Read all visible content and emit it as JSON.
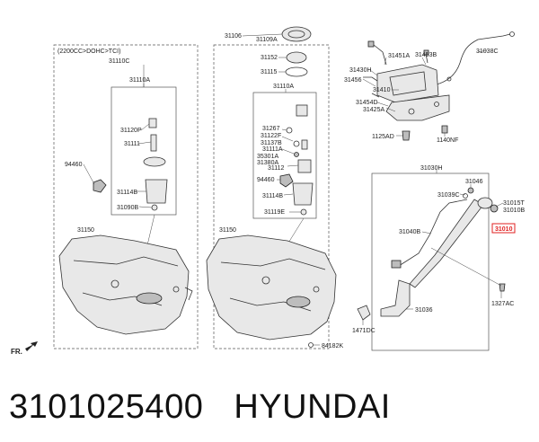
{
  "diagram": {
    "left_panel": {
      "engine_note": "(2200CC>DOHC>TCI)",
      "labels": [
        "31110C",
        "31110A",
        "31120P",
        "31111",
        "94460",
        "31114B",
        "31090B",
        "31150"
      ]
    },
    "middle_panel": {
      "labels": [
        "31106",
        "31109A",
        "31152",
        "31115",
        "31110A",
        "31267",
        "31122F",
        "31137B",
        "31111A",
        "35301A",
        "31380A",
        "31112",
        "94460",
        "31114B",
        "31119E",
        "31150",
        "1471DC",
        "84182K"
      ]
    },
    "upper_right": {
      "labels": [
        "31451A",
        "31453B",
        "31038C",
        "31430H",
        "31456",
        "31410",
        "31454D",
        "31425A",
        "1125AD",
        "1140NF"
      ]
    },
    "filler_panel": {
      "labels": [
        "31030H",
        "31046",
        "31039C",
        "31015T",
        "31010B",
        "31040B",
        "31036",
        "1327AC"
      ],
      "highlighted_label": "31010"
    },
    "fr_marker": "FR."
  },
  "footer": {
    "part_number": "3101025400",
    "brand": "HYUNDAI"
  }
}
